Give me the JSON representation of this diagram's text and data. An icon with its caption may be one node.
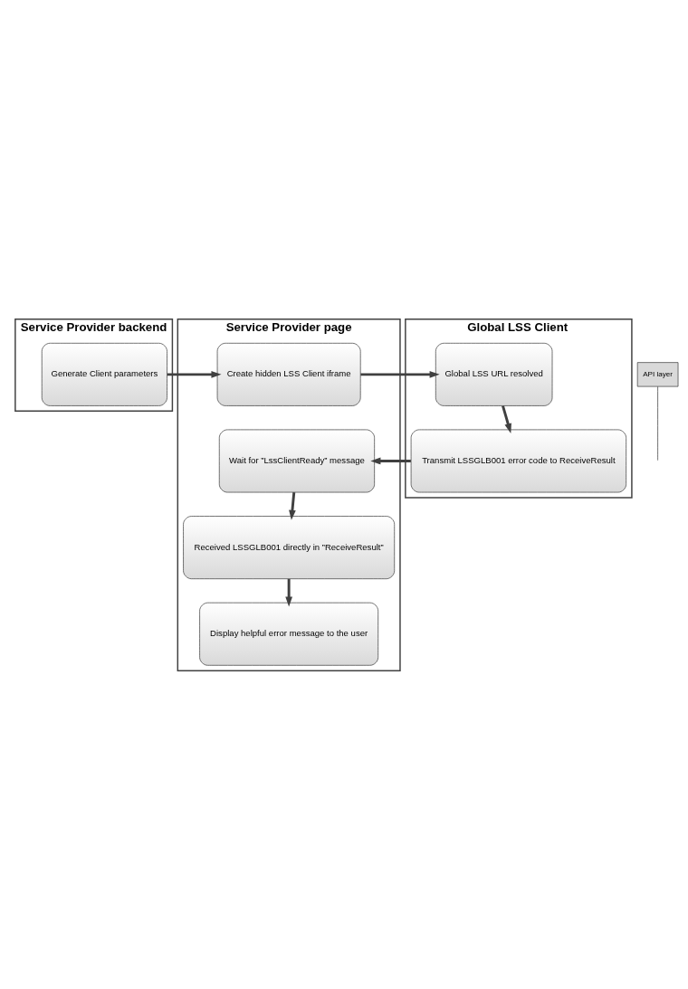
{
  "diagram": {
    "nodes": [
      {
        "text": [
          "Service Provider backend"
        ]
      },
      {
        "text": [
          "Generate Client parameters"
        ],
        "in": 0
      },
      {
        "text": [
          "Service Provider page"
        ]
      },
      {
        "text": [
          "Create hidden LSS Client iframe"
        ],
        "in": 2
      },
      {
        "text": [
          "Wait for ”LssClientReady” message"
        ],
        "in": 2
      },
      {
        "text": [
          "Received LSSGLB001 directly in ”ReceiveResult”"
        ],
        "in": 2
      },
      {
        "text": [
          "Display helpful error message to the user"
        ],
        "in": 2
      },
      {
        "text": [
          "Global LSS Client"
        ]
      },
      {
        "text": [
          "Global LSS URL resolved"
        ],
        "in": 7
      },
      {
        "text": [
          "Transmit LSSGLB001 error code to ReceiveResult"
        ],
        "in": 7
      },
      {
        "text": [
          "API layer"
        ]
      }
    ],
    "edges": [
      {
        "from": 1,
        "to": 3,
        "arrow": "to"
      },
      {
        "from": 3,
        "to": 8,
        "arrow": "to"
      },
      {
        "from": 8,
        "to": 9,
        "arrow": "to"
      },
      {
        "from": 9,
        "to": 4,
        "arrow": "to"
      },
      {
        "from": 4,
        "to": 5,
        "arrow": "to"
      },
      {
        "from": 5,
        "to": 6,
        "arrow": "to"
      },
      {
        "from": 10,
        "to": null,
        "arrow": "none"
      }
    ]
  }
}
